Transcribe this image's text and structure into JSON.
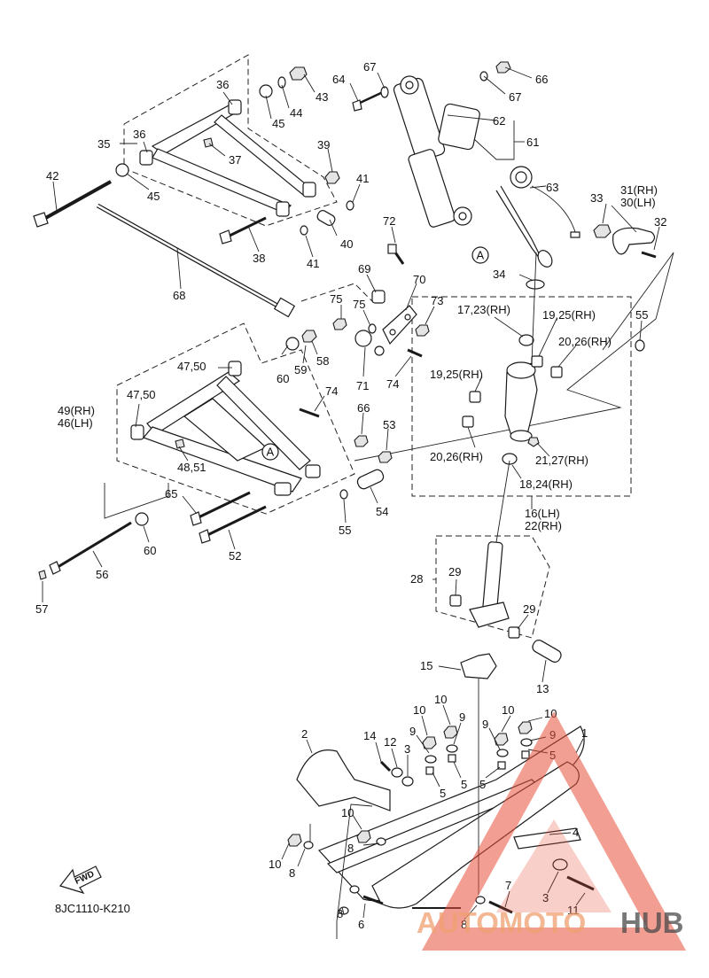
{
  "diagram": {
    "code": "8JC1110-K210",
    "fwd": "FWD",
    "ref_marker": "A"
  },
  "callouts": {
    "c66a": "66",
    "c67a": "67",
    "c67b": "67",
    "c64": "64",
    "c43": "43",
    "c44": "44",
    "c45a": "45",
    "c36a": "36",
    "c36b": "36",
    "c35": "35",
    "c37": "37",
    "c39": "39",
    "c41a": "41",
    "c41b": "41",
    "c40": "40",
    "c38": "38",
    "c42": "42",
    "c45b": "45",
    "c62": "62",
    "c61": "61",
    "c63": "63",
    "c3130": "31(RH)",
    "c3130b": "30(LH)",
    "c33": "33",
    "c32": "32",
    "c34": "34",
    "c72": "72",
    "c69": "69",
    "c70": "70",
    "c73": "73",
    "c75a": "75",
    "c75b": "75",
    "c68": "68",
    "c1723": "17,23(RH)",
    "c1925a": "19,25(RH)",
    "c2026a": "20,26(RH)",
    "c55a": "55",
    "c1925b": "19,25(RH)",
    "c2026b": "20,26(RH)",
    "c2127": "21,27(RH)",
    "c1824": "18,24(RH)",
    "c16": "16(LH)",
    "c22": "22(RH)",
    "c4750a": "47,50",
    "c4750b": "47,50",
    "c60a": "60",
    "c59": "59",
    "c58": "58",
    "c71": "71",
    "c74a": "74",
    "c74b": "74",
    "c4946a": "49(RH)",
    "c4946b": "46(LH)",
    "c66b": "66",
    "c53": "53",
    "c4851": "48,51",
    "c65": "65",
    "c54": "54",
    "c55b": "55",
    "c52": "52",
    "c60b": "60",
    "c56": "56",
    "c57": "57",
    "c28": "28",
    "c29a": "29",
    "c29b": "29",
    "c15": "15",
    "c13": "13",
    "c10a": "10",
    "c10b": "10",
    "c10c": "10",
    "c10d": "10",
    "c9a": "9",
    "c9b": "9",
    "c9c": "9",
    "c9d": "9",
    "c2": "2",
    "c14": "14",
    "c12": "12",
    "c3a": "3",
    "c5a": "5",
    "c5b": "5",
    "c5c": "5",
    "c5d": "5",
    "c1": "1",
    "c4": "4",
    "c10e": "10",
    "c10f": "10",
    "c8a": "8",
    "c8b": "8",
    "c8c": "8",
    "c8d": "8",
    "c7": "7",
    "c3b": "3",
    "c11": "11",
    "c6": "6"
  },
  "watermark": {
    "brand_a": "AUTOMOTO",
    "brand_b": "HUB",
    "color_red": "#e8503a",
    "color_gray": "#4a4a4a"
  }
}
